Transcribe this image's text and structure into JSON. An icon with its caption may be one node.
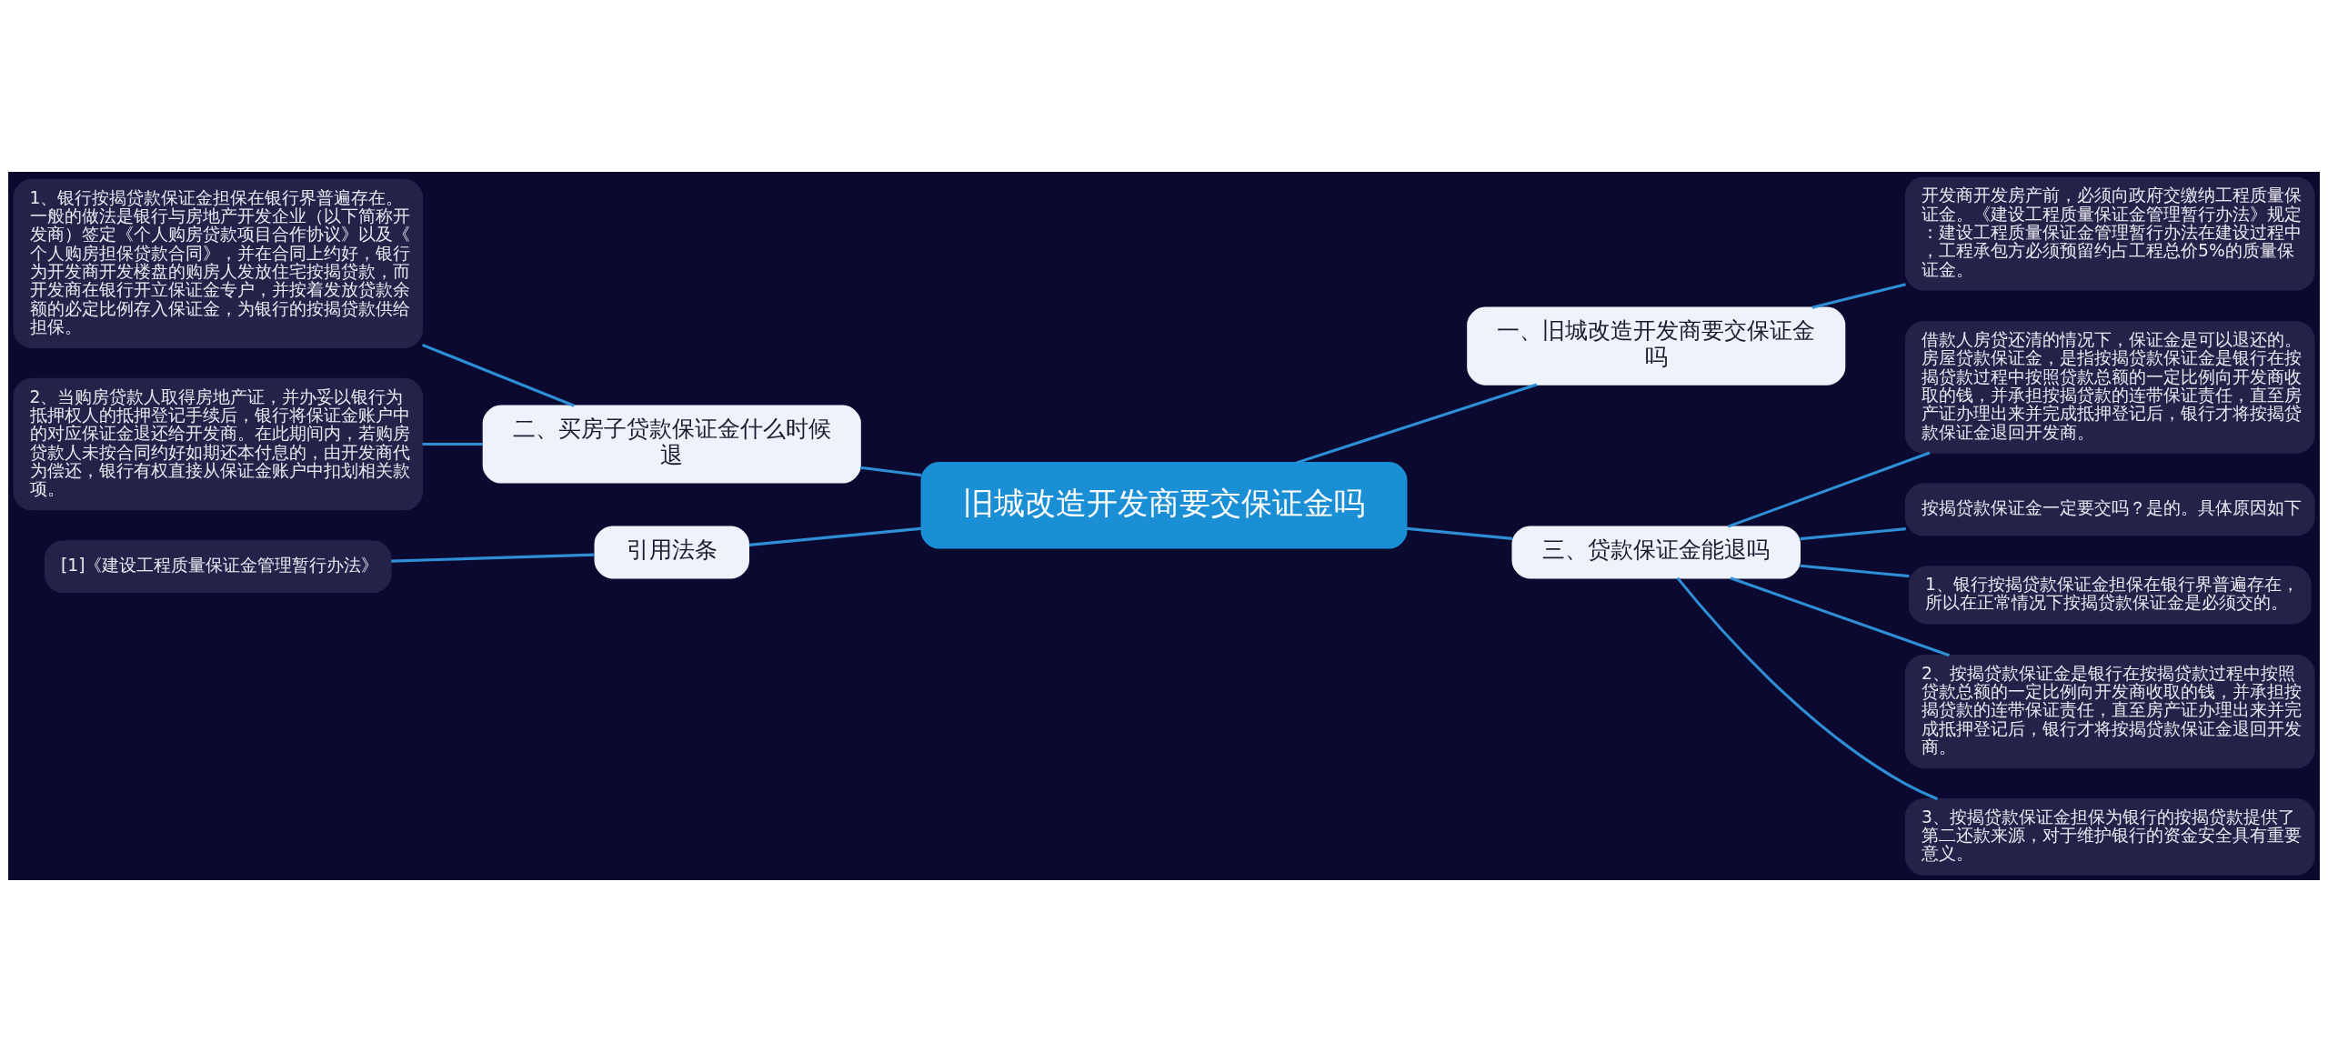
{
  "diagram": {
    "nodes": [
      {
        "text": [
          "旧城改造开发商要交保证金吗"
        ]
      },
      {
        "text": [
          "一、旧城改造开发商要交保证金吗"
        ]
      },
      {
        "text": [
          "开发商开发房产前，必须向政府交缴纳工程质量保证金。《建设工程质量保证金管理暂行办法》规定：建设工程质量保证金管理暂行办法在建设过程中，工程承包方必须预留约占工程总价5%的质量保证金。"
        ]
      },
      {
        "text": [
          "二、买房子贷款保证金什么时候退"
        ]
      },
      {
        "text": [
          "1、银行按揭贷款保证金担保在银行界普遍存在。一般的做法是银行与房地产开发企业（以下简称开发商）签定《个人购房贷款项目合作协议》以及《个人购房担保贷款合同》，并在合同上约好，银行为开发商开发楼盘的购房人发放住宅按揭贷款，而开发商在银行开立保证金专户，并按着发放贷款余额的必定比例存入保证金，为银行的按揭贷款供给担保。"
        ]
      },
      {
        "text": [
          "2、当购房贷款人取得房地产证，并办妥以银行为抵押权人的抵押登记手续后，银行将保证金账户中的对应保证金退还给开发商。在此期间内，若购房贷款人未按合同约好如期还本付息的，由开发商代为偿还，银行有权直接从保证金账户中扣划相关款项。"
        ]
      },
      {
        "text": [
          "引用法条"
        ]
      },
      {
        "text": [
          "[1]《建设工程质量保证金管理暂行办法》"
        ]
      },
      {
        "text": [
          "三、贷款保证金能退吗"
        ]
      },
      {
        "text": [
          "借款人房贷还清的情况下，保证金是可以退还的。房屋贷款保证金，是指按揭贷款保证金是银行在按揭贷款过程中按照贷款总额的一定比例向开发商收取的钱，并承担按揭贷款的连带保证责任，直至房产证办理出来并完成抵押登记后，银行才将按揭贷款保证金退回开发商。"
        ]
      },
      {
        "text": [
          "按揭贷款保证金一定要交吗？是的。具体原因如下"
        ]
      },
      {
        "text": [
          "1、银行按揭贷款保证金担保在银行界普遍存在，所以在正常情况下按揭贷款保证金是必须交的。"
        ]
      },
      {
        "text": [
          "2、按揭贷款保证金是银行在按揭贷款过程中按照贷款总额的一定比例向开发商收取的钱，并承担按揭贷款的连带保证责任，直至房产证办理出来并完成抵押登记后，银行才将按揭贷款保证金退回开发商。"
        ]
      },
      {
        "text": [
          "3、按揭贷款保证金担保为银行的按揭贷款提供了第二还款来源，对于维护银行的资金安全具有重要意义。"
        ]
      }
    ],
    "edges": [
      {
        "from": 0,
        "to": 1,
        "arrow": "none"
      },
      {
        "from": 1,
        "to": 2,
        "arrow": "none"
      },
      {
        "from": 0,
        "to": 3,
        "arrow": "none"
      },
      {
        "from": 3,
        "to": 4,
        "arrow": "none"
      },
      {
        "from": 3,
        "to": 5,
        "arrow": "none"
      },
      {
        "from": 0,
        "to": 6,
        "arrow": "none"
      },
      {
        "from": 6,
        "to": 7,
        "arrow": "none"
      },
      {
        "from": 0,
        "to": 8,
        "arrow": "none"
      },
      {
        "from": 8,
        "to": 9,
        "arrow": "none"
      },
      {
        "from": 8,
        "to": 10,
        "arrow": "none"
      },
      {
        "from": 8,
        "to": 11,
        "arrow": "none"
      },
      {
        "from": 8,
        "to": 12,
        "arrow": "none"
      },
      {
        "from": 8,
        "to": 13,
        "arrow": "none"
      }
    ]
  }
}
